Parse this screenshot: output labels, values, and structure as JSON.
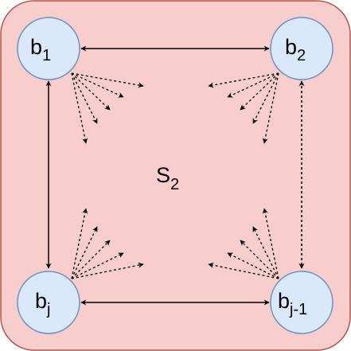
{
  "colors": {
    "region_fill": "#f8cecc",
    "region_stroke": "#b85450",
    "node_fill": "#dae8fc",
    "node_stroke": "#6c8ebf",
    "edge": "#000000"
  },
  "region": {
    "label_main": "S",
    "label_sub": "2"
  },
  "nodes": [
    {
      "id": "b1",
      "label_main": "b",
      "label_sub": "1"
    },
    {
      "id": "b2",
      "label_main": "b",
      "label_sub": "2"
    },
    {
      "id": "bj",
      "label_main": "b",
      "label_sub": "j"
    },
    {
      "id": "bj-1",
      "label_main": "b",
      "label_sub": "j-1"
    }
  ],
  "edges": [
    {
      "from": "b1",
      "to": "b2",
      "style": "solid",
      "direction": "both"
    },
    {
      "from": "b1",
      "to": "bj",
      "style": "solid",
      "direction": "both"
    },
    {
      "from": "bj",
      "to": "bj-1",
      "style": "solid",
      "direction": "both"
    },
    {
      "from": "b2",
      "to": "bj-1",
      "style": "dashed",
      "direction": "both"
    }
  ]
}
